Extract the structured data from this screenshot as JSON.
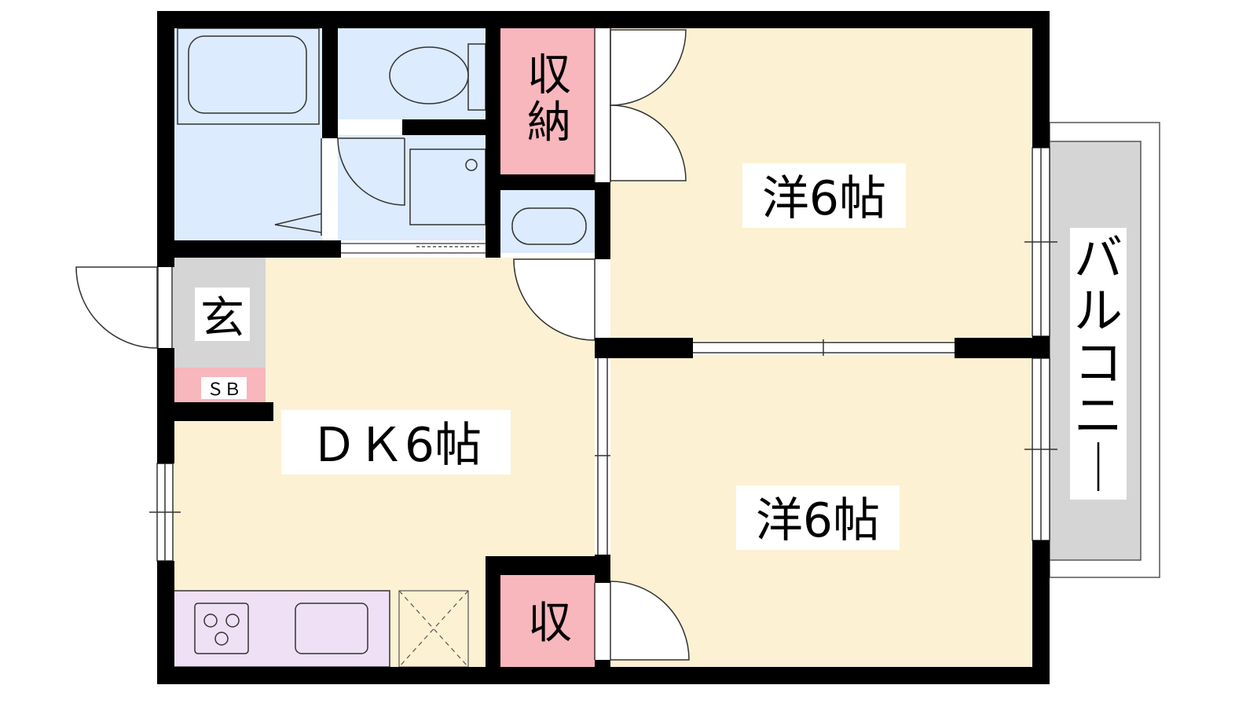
{
  "rooms": {
    "western_1": "洋6帖",
    "western_2": "洋6帖",
    "dining_kitchen": "ＤＫ6帖",
    "storage_1": "収納",
    "storage_2": "収",
    "entrance": "玄",
    "shoe_box": "ＳＢ",
    "balcony": "バルコニー"
  },
  "colors": {
    "western_room": "#fdf1d3",
    "dining_kitchen": "#fdf1d3",
    "wet_area": "#dcebfd",
    "storage": "#f8b6bd",
    "entrance": "#d5d5d5",
    "balcony": "#d5d5d5",
    "kitchen_counter": "#efe0f5",
    "wall": "#000000"
  }
}
